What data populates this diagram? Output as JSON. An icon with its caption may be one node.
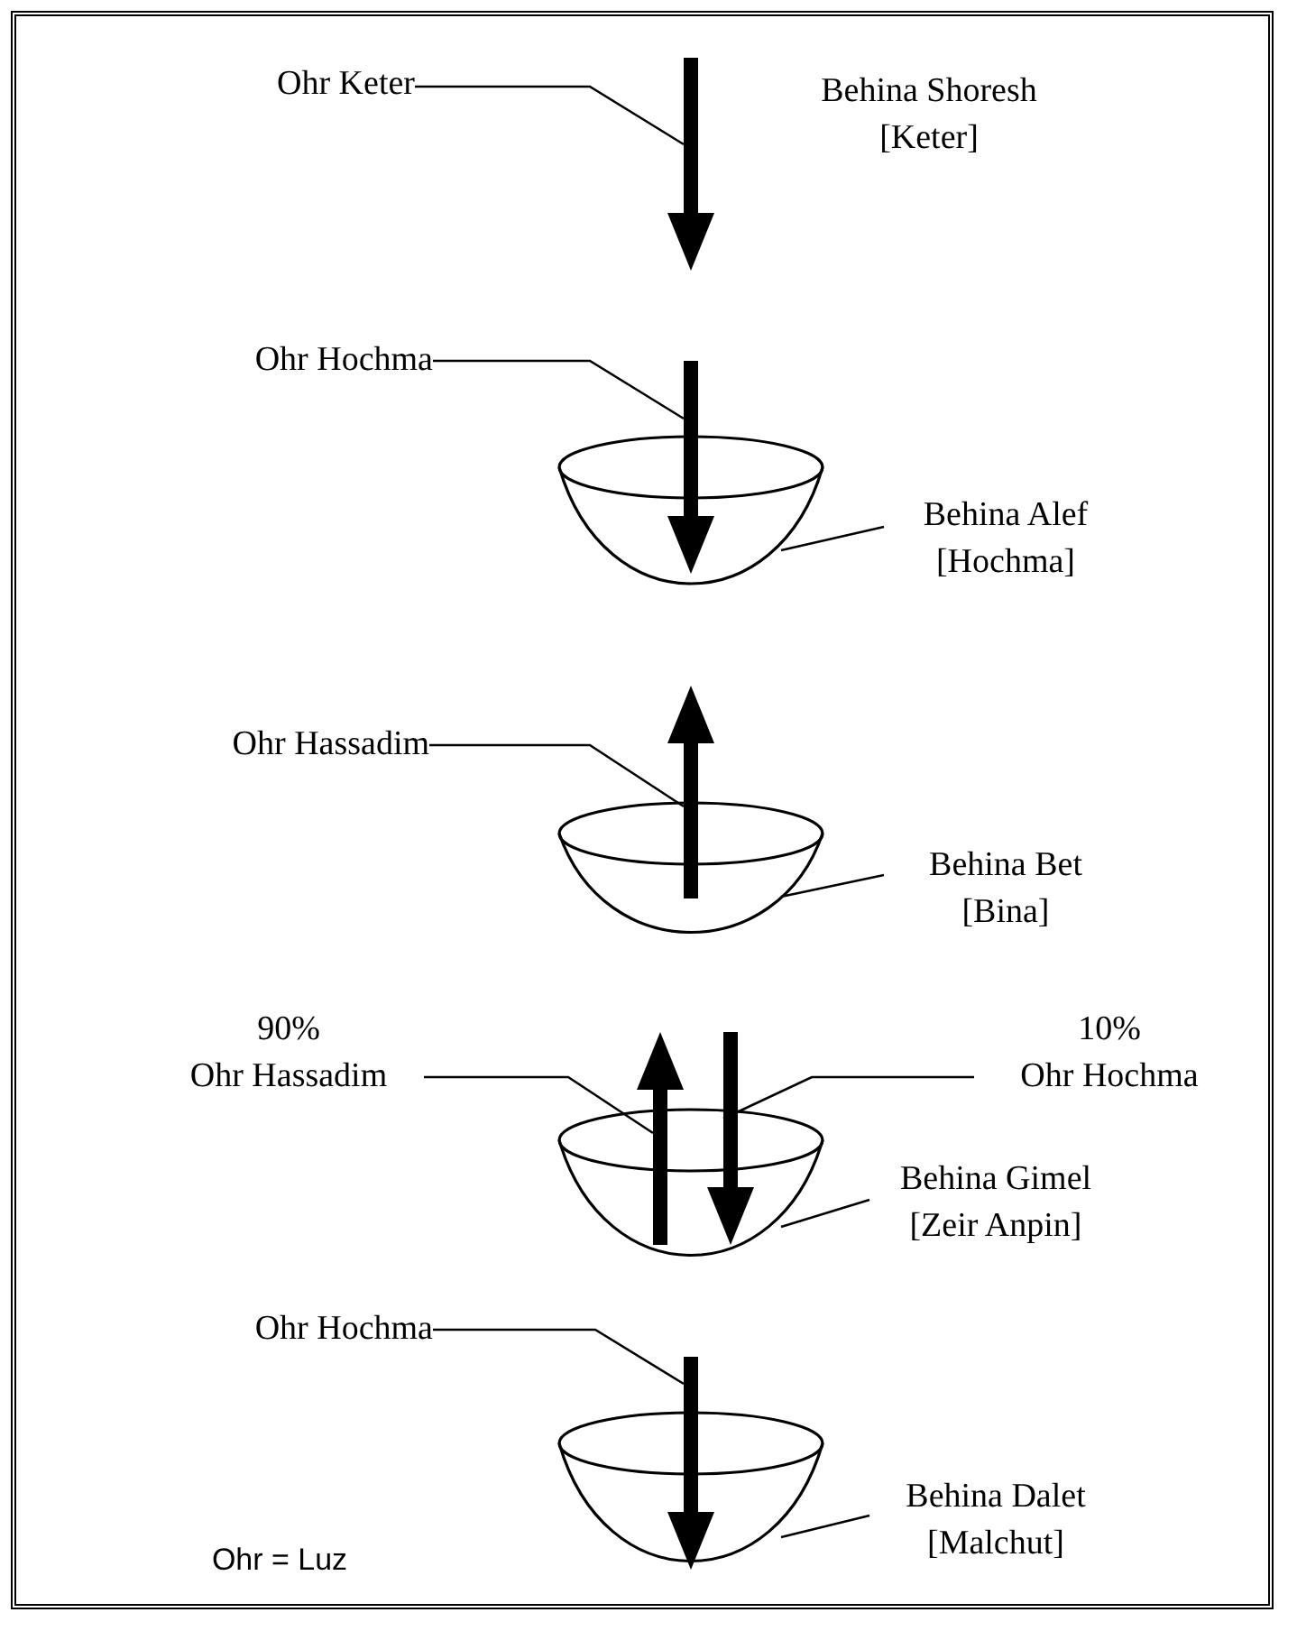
{
  "diagram": {
    "nodes": [
      {
        "text": [
          "Ohr Keter"
        ]
      },
      {
        "text": [],
        "shape": "arrow"
      },
      {
        "text": [
          "Ohr Hochma"
        ]
      },
      {
        "text": [],
        "shape": "arrow"
      },
      {
        "text": [],
        "shape": "bowl"
      },
      {
        "text": [
          "Behina Alef [Hochma]"
        ]
      },
      {
        "text": [
          "Ohr Hassadim"
        ]
      },
      {
        "text": [],
        "shape": "arrow"
      },
      {
        "text": [],
        "shape": "bowl"
      },
      {
        "text": [
          "Behina Bet [Bina]"
        ]
      },
      {
        "text": [
          "90%",
          "Ohr Hassadim"
        ]
      },
      {
        "text": [],
        "shape": "arrow"
      },
      {
        "text": [],
        "shape": "arrow"
      },
      {
        "text": [
          "10%",
          "Ohr Hochma"
        ]
      },
      {
        "text": [],
        "shape": "bowl"
      },
      {
        "text": [
          "Behina Gimel [Zeir Anpin]"
        ]
      },
      {
        "text": [
          "Ohr Hochma"
        ]
      },
      {
        "text": [],
        "shape": "arrow"
      },
      {
        "text": [],
        "shape": "bowl"
      },
      {
        "text": [
          "Behina Dalet [Malchut]"
        ]
      }
    ],
    "edges": [
      {
        "from": 0,
        "to": 1,
        "arrow": "none"
      },
      {
        "from": 2,
        "to": 3,
        "arrow": "none"
      },
      {
        "from": 5,
        "to": 4,
        "arrow": "none"
      },
      {
        "from": 6,
        "to": 7,
        "arrow": "none"
      },
      {
        "from": 9,
        "to": 8,
        "arrow": "none"
      },
      {
        "from": 10,
        "to": 11,
        "arrow": "none"
      },
      {
        "from": 13,
        "to": 12,
        "arrow": "none"
      },
      {
        "from": 15,
        "to": 14,
        "arrow": "none"
      },
      {
        "from": 16,
        "to": 17,
        "arrow": "none"
      },
      {
        "from": 19,
        "to": 18,
        "arrow": "none"
      }
    ],
    "labels": [
      "Behina Shoresh [Keter]",
      "Ohr = Luz"
    ]
  }
}
